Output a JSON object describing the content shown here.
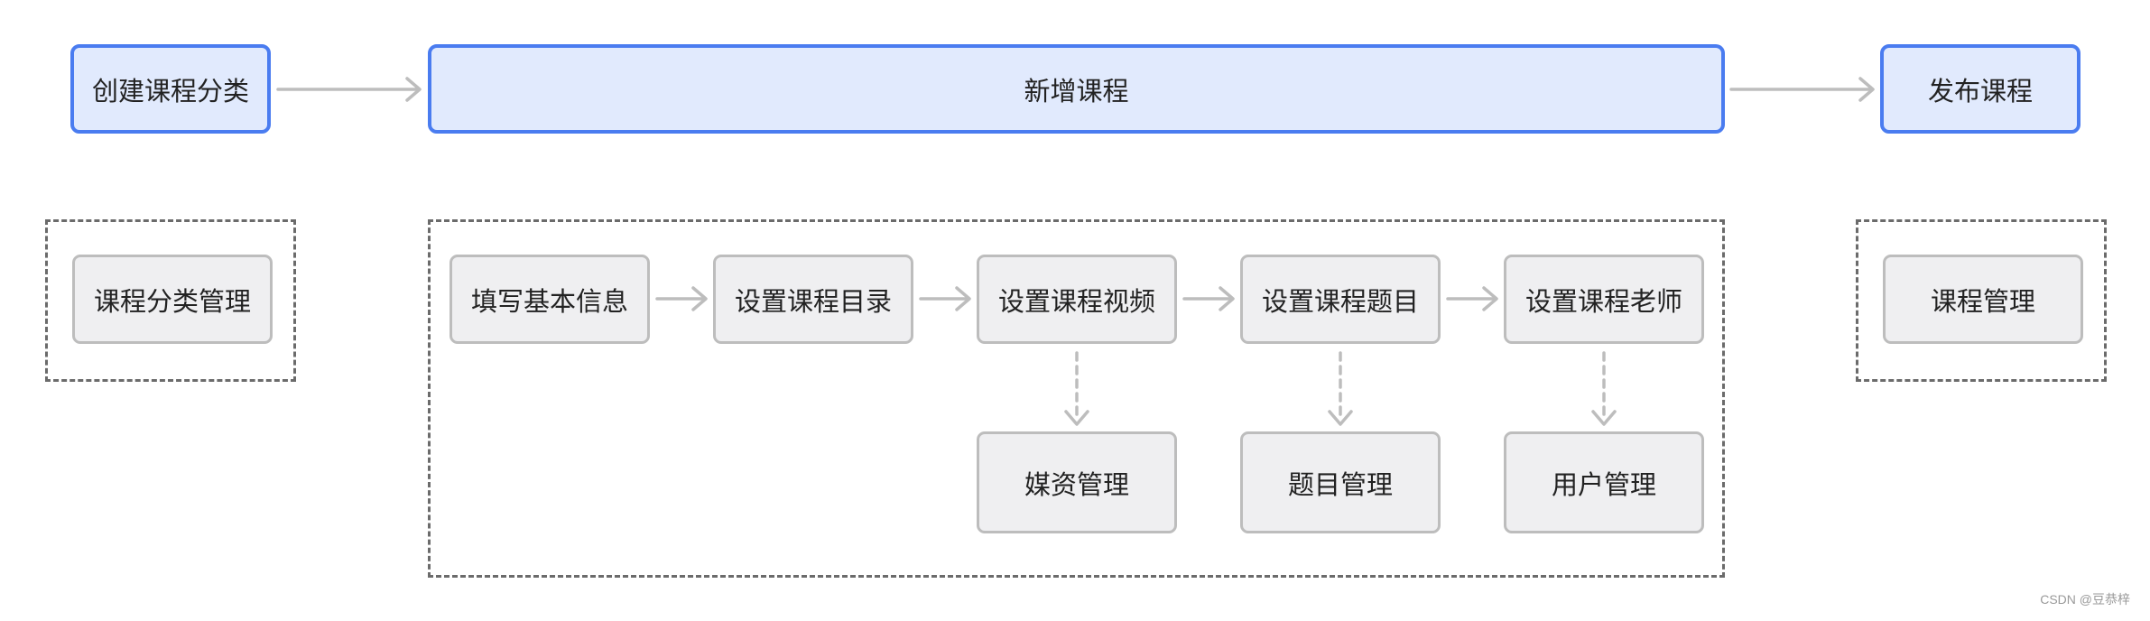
{
  "stages": [
    {
      "label": "创建课程分类"
    },
    {
      "label": "新增课程"
    },
    {
      "label": "发布课程"
    }
  ],
  "groups": {
    "category": {
      "items": [
        {
          "label": "课程分类管理"
        }
      ]
    },
    "create": {
      "steps": [
        {
          "label": "填写基本信息"
        },
        {
          "label": "设置课程目录"
        },
        {
          "label": "设置课程视频"
        },
        {
          "label": "设置课程题目"
        },
        {
          "label": "设置课程老师"
        }
      ],
      "dependencies": [
        {
          "label": "媒资管理"
        },
        {
          "label": "题目管理"
        },
        {
          "label": "用户管理"
        }
      ]
    },
    "publish": {
      "items": [
        {
          "label": "课程管理"
        }
      ]
    }
  },
  "colors": {
    "stage_fill": "#e1eafd",
    "stage_border": "#4a7cf0",
    "node_fill": "#efeff1",
    "node_border": "#bdbdbd",
    "arrow": "#bdbdbd",
    "group_border": "#6b6b6b"
  },
  "watermark": "CSDN @豆恭梓"
}
